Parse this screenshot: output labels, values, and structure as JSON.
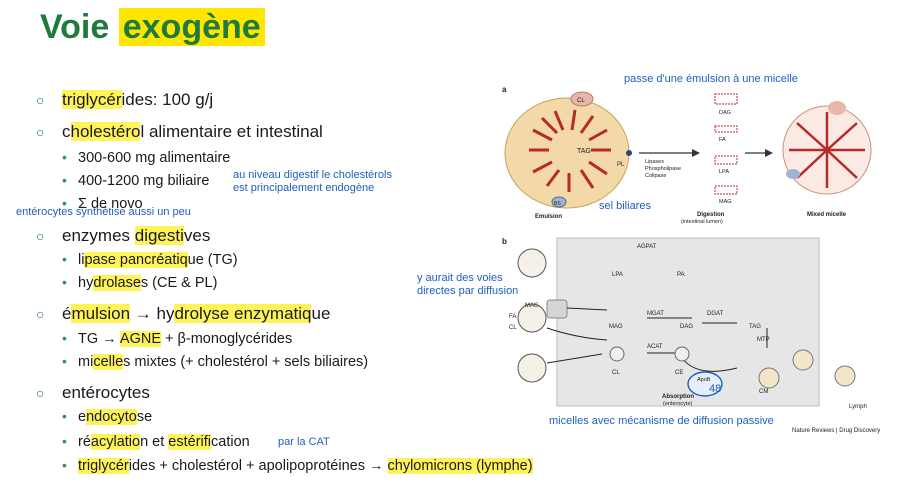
{
  "title": {
    "plain": "Voie ",
    "highlight": "exogène"
  },
  "bullets": {
    "b1": {
      "hl": "triglycér",
      "rest": "ides: 100 g/j"
    },
    "b2": {
      "pre": "c",
      "hl": "holestéro",
      "rest": "l alimentaire et intestinal",
      "subs": [
        "300-600 mg alimentaire",
        "400-1200 mg biliaire",
        "Σ de novo"
      ]
    },
    "b3": {
      "pre": "enzymes ",
      "hl": "digesti",
      "rest": "ves",
      "s1": {
        "pre": "li",
        "hl": "pase pancréatiq",
        "rest": "ue (TG)"
      },
      "s2": {
        "pre": "hy",
        "hl": "drolase",
        "rest": "s (CE & PL)"
      }
    },
    "b4": {
      "pre": "é",
      "hl1": "mulsion",
      "mid": " → hy",
      "hl2": "drolyse enzymatiq",
      "rest": "ue",
      "s1": {
        "pre": "TG → ",
        "hl": "AGNE",
        "rest": " + β-monoglycérides"
      },
      "s2": {
        "pre": "mi",
        "hl": "celle",
        "rest": "s mixtes (+ cholestérol + sels biliaires)"
      }
    },
    "b5": {
      "text": "entérocytes",
      "s1": {
        "pre": "e",
        "hl": "ndocyto",
        "rest": "se"
      },
      "s2": {
        "pre": "ré",
        "hl1": "acylatio",
        "mid": "n et ",
        "hl2": "estérifi",
        "rest": "cation"
      },
      "s3": {
        "hl1": "triglycér",
        "mid": "ides + cholestérol + apolipoprotéines → ",
        "hl2": "chylomicrons (lymphe)"
      }
    }
  },
  "notes": {
    "digestif_line1": "au niveau digestif le cholestérols",
    "digestif_line2": "est principalement endogène",
    "enterocytes": "entérocytes synthétise aussi un peu",
    "sels": "sel biliares",
    "emulsion": "passe d'une émulsion à une micelle",
    "voies_line1": "y aurait des voies",
    "voies_line2": "directes par diffusion",
    "micelles": "micelles avec mécanisme de diffusion passive",
    "cat": "par la CAT",
    "number": "48"
  },
  "figure": {
    "panel_a": "a",
    "panel_b": "b",
    "cl": "CL",
    "tag": "TAG",
    "pl": "PL",
    "bs": "BS",
    "emulsion": "Emulsion",
    "enzymes_1": "Lipases",
    "enzymes_2": "Phospholipase",
    "enzymes_3": "Colipase",
    "dag": "DAG",
    "fa": "FA",
    "lpa": "LPA",
    "mag": "MAG",
    "digestion_1": "Digestion",
    "digestion_2": "(intestinal lumen)",
    "mixed": "Mixed micelle",
    "agpat": "AGPAT",
    "pa": "PA",
    "mgat": "MGAT",
    "dgat": "DGAT",
    "acat": "ACAT",
    "ce": "CE",
    "mtp": "MTP",
    "apob": "ApoB",
    "cm": "CM",
    "lymph": "Lymph",
    "absorption_1": "Absorption",
    "absorption_2": "(enterocyte)",
    "credit_plain": "Nature Reviews | ",
    "credit_hl": "Drug Discovery"
  }
}
